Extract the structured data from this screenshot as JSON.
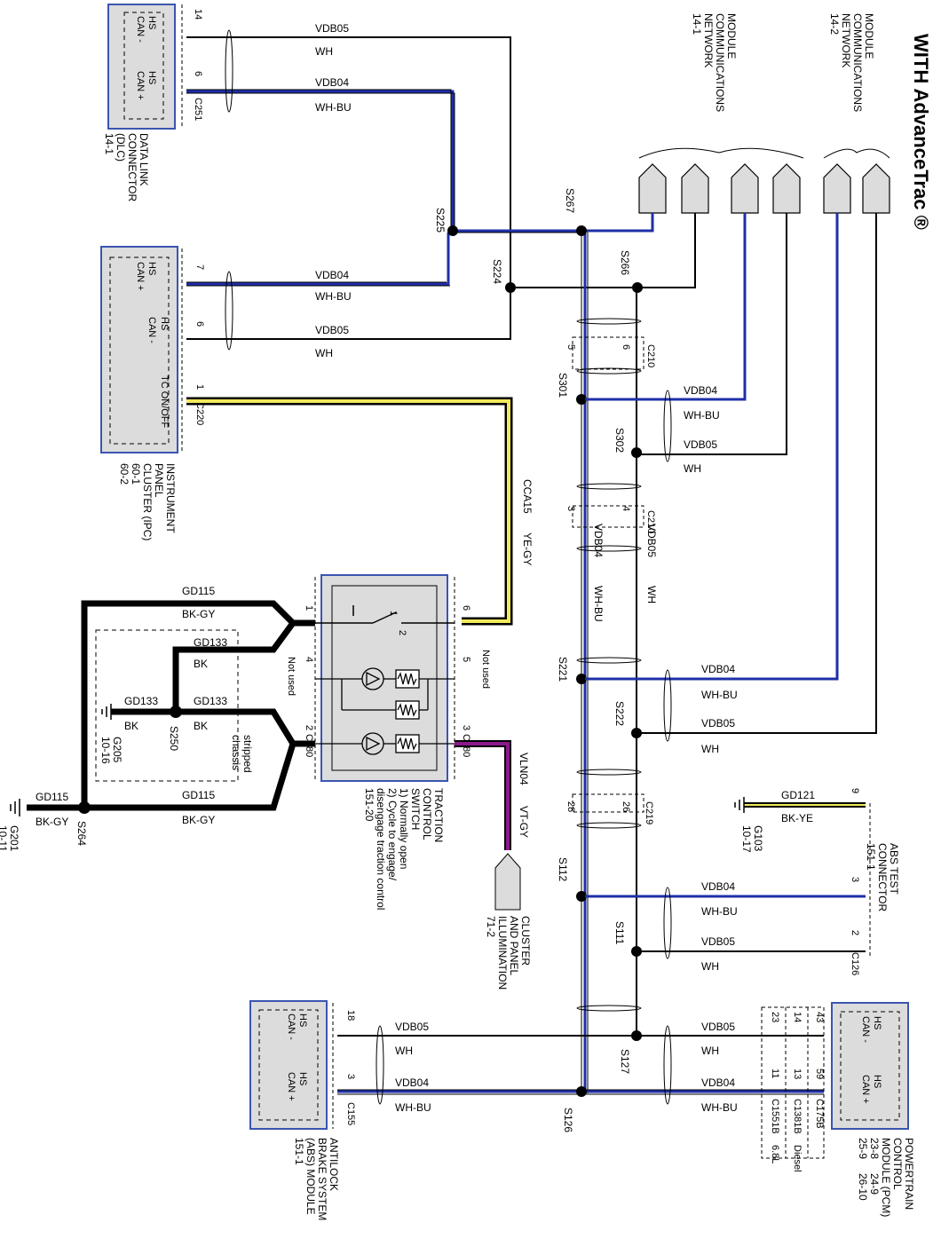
{
  "title": "WITH AdvanceTrac ®",
  "colors": {
    "blue_wire": "#1f2fa8",
    "yellow_wire": "#f2ea5a",
    "purple_wire": "#8a1a8c",
    "module_fill": "#dcdcdc",
    "module_border": "#3b55b0"
  },
  "networks": {
    "net1": [
      "MODULE",
      "COMMUNICATIONS",
      "NETWORK",
      "14-1"
    ],
    "net2": [
      "MODULE",
      "COMMUNICATIONS",
      "NETWORK",
      "14-2"
    ]
  },
  "dlc": {
    "caption": [
      "DATA LINK",
      "CONNECTOR",
      "(DLC)",
      "14-1"
    ],
    "pins": [
      "HS",
      "CAN -",
      "HS",
      "CAN +"
    ],
    "pin_a": "14",
    "pin_b": "6",
    "connector": "C251",
    "wire1_circuit": "VDB05",
    "wire1_color": "WH",
    "wire2_circuit": "VDB04",
    "wire2_color": "WH-BU"
  },
  "ipc": {
    "caption": [
      "INSTRUMENT",
      "PANEL",
      "CLUSTER (IPC)",
      "60-1",
      "60-2"
    ],
    "pins": [
      "HS",
      "CAN +",
      "HS",
      "CAN -",
      "TC ON/OFF"
    ],
    "pin_a": "7",
    "pin_b": "6",
    "pin_c": "1",
    "connector": "C220",
    "wire1_circuit": "VDB04",
    "wire1_color": "WH-BU",
    "wire2_circuit": "VDB05",
    "wire2_color": "WH",
    "wire3_circuit": "CCA15",
    "wire3_color": "YE-GY"
  },
  "splices": {
    "s225": "S225",
    "s224": "S224",
    "s267": "S267",
    "s266": "S266",
    "s301": "S301",
    "s302": "S302",
    "s221": "S221",
    "s222": "S222",
    "s112": "S112",
    "s111": "S111",
    "s127": "S127",
    "s126": "S126",
    "s250": "S250",
    "s264": "S264"
  },
  "c210": {
    "label": "C210",
    "pin_a": "5",
    "pin_b": "6",
    "pin_c": "3",
    "pin_d": "4"
  },
  "c219": {
    "label": "C219",
    "pin_a": "28",
    "pin_b": "26"
  },
  "vertical_wires": {
    "left_circuit": "VDB04",
    "left_color": "WH-BU",
    "right_circuit": "VDB05",
    "right_color": "WH"
  },
  "branches": {
    "b1_circuit": "VDB04",
    "b1_color": "WH-BU",
    "b2_circuit": "VDB05",
    "b2_color": "WH",
    "b3_circuit": "VDB04",
    "b3_color": "WH-BU",
    "b4_circuit": "VDB05",
    "b4_color": "WH",
    "b5_circuit": "VDB04",
    "b5_color": "WH-BU",
    "b6_circuit": "VDB05",
    "b6_color": "WH"
  },
  "switch": {
    "caption": [
      "TRACTION",
      "CONTROL",
      "SWITCH",
      "1) Normally open",
      "2) Cycle to engage/",
      "disengage traction control",
      "151-20"
    ],
    "pin1": "1",
    "pin2": "2",
    "pin3": "3",
    "pin4": "4",
    "pin5": "5",
    "pin6": "6",
    "connector": "C280",
    "not_used": "Not used",
    "sw1": "1",
    "sw2": "2"
  },
  "grounds": {
    "gd115": "GD115",
    "bk_gy": "BK-GY",
    "gd133": "GD133",
    "bk": "BK",
    "g205_a": "G205",
    "g205_b": "10-16",
    "stripped": [
      "stripped",
      "chassis"
    ],
    "g201_a": "G201",
    "g201_b": "10-11",
    "gd121": "GD121",
    "bk_ye": "BK-YE",
    "g103_a": "G103",
    "g103_b": "10-17"
  },
  "illum": {
    "circuit": "VLN04",
    "color": "VT-GY",
    "caption": [
      "CLUSTER",
      "AND PANEL",
      "ILLUMINATION",
      "71-2"
    ]
  },
  "abs_test": {
    "caption": [
      "ABS TEST",
      "CONNECTOR",
      "151-1"
    ],
    "pin9": "9",
    "pin3": "3",
    "pin2": "2",
    "connector": "C126"
  },
  "abs": {
    "caption": [
      "ANTILOCK",
      "BRAKE SYSTEM",
      "(ABS) MODULE",
      "151-1"
    ],
    "pins": [
      "HS",
      "CAN -",
      "HS",
      "CAN +"
    ],
    "pin_a": "18",
    "pin_b": "3",
    "connector": "C155",
    "wire1_circuit": "VDB05",
    "wire1_color": "WH",
    "wire2_circuit": "VDB04",
    "wire2_color": "WH-BU"
  },
  "pcm": {
    "caption": [
      "POWERTRAIN",
      "CONTROL",
      "MODULE (PCM)",
      "23-8",
      "24-9",
      "25-9",
      "26-10"
    ],
    "pins": [
      "HS",
      "CAN -",
      "HS",
      "CAN +"
    ],
    "pin43": "43",
    "pin59": "59",
    "pin14": "14",
    "pin13": "13",
    "pin23": "23",
    "pin11": "11",
    "c175b": "C175B",
    "c1381b": "C1381B",
    "c1551b": "C1551B",
    "diesel": "Diesel",
    "l68": "6.8L",
    "wire1_circuit": "VDB05",
    "wire1_color": "WH",
    "wire2_circuit": "VDB04",
    "wire2_color": "WH-BU"
  }
}
